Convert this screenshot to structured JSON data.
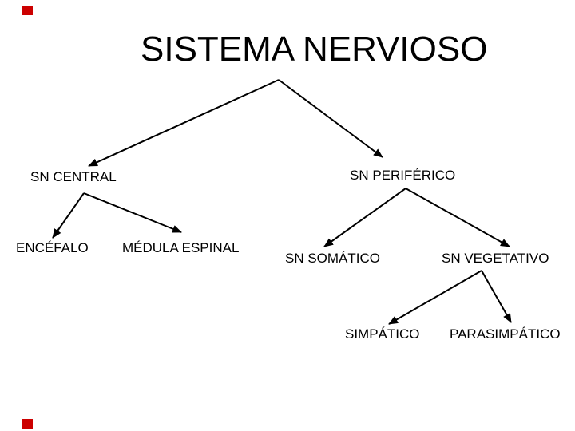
{
  "slide": {
    "title": "SISTEMA NERVIOSO",
    "background_color": "#ffffff",
    "text_color": "#000000",
    "line_color": "#000000"
  },
  "nodes": {
    "sn_central": "SN CENTRAL",
    "sn_periferico": "SN PERIFÉRICO",
    "encefalo": "ENCÉFALO",
    "medula_espinal": "MÉDULA ESPINAL",
    "sn_somatico": "SN SOMÁTICO",
    "sn_vegetativo": "SN VEGETATIVO",
    "simpatico": "SIMPÁTICO",
    "parasimpatico": "PARASIMPÁTICO"
  },
  "hierarchy": {
    "SISTEMA NERVIOSO": [
      "SN CENTRAL",
      "SN PERIFÉRICO"
    ],
    "SN CENTRAL": [
      "ENCÉFALO",
      "MÉDULA ESPINAL"
    ],
    "SN PERIFÉRICO": [
      "SN SOMÁTICO",
      "SN VEGETATIVO"
    ],
    "SN VEGETATIVO": [
      "SIMPÁTICO",
      "PARASIMPÁTICO"
    ]
  },
  "decorations": {
    "corner_marker_color": "#cc0000"
  }
}
